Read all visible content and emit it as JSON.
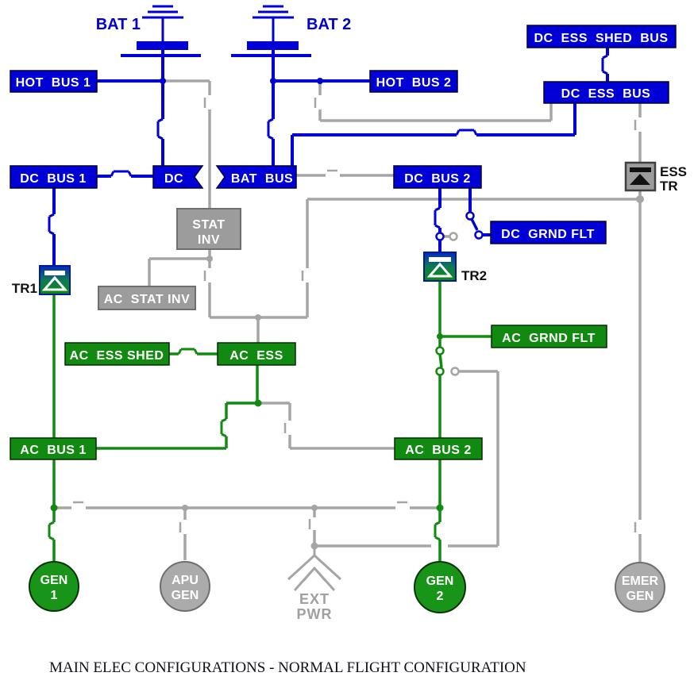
{
  "palette": {
    "dc_blue": "#0000d6",
    "ac_green": "#128a12",
    "inactive_gray": "#a5a5a5",
    "box_gray": "#9c9c9c",
    "text_white": "#ffffff",
    "text_black": "#111111"
  },
  "labels": {
    "bat1": "BAT 1",
    "bat2": "BAT 2",
    "hot_bus_1": "HOT  BUS 1",
    "hot_bus_2": "HOT  BUS 2",
    "dc_ess_shed_bus": "DC  ESS  SHED  BUS",
    "dc_ess_bus": "DC  ESS  BUS",
    "dc_bus_1": "DC  BUS 1",
    "dc_banner": "DC",
    "bat_bus": "BAT  BUS",
    "dc_bus_2": "DC  BUS 2",
    "ess_tr_1": "ESS",
    "ess_tr_2": "TR",
    "stat_inv_1": "STAT",
    "stat_inv_2": "INV",
    "ac_stat_inv": "AC  STAT INV",
    "dc_grnd_flt": "DC  GRND FLT",
    "ac_grnd_flt": "AC  GRND FLT",
    "tr1": "TR1",
    "tr2": "TR2",
    "ac_ess_shed": "AC  ESS SHED",
    "ac_ess": "AC  ESS",
    "ac_bus_1": "AC  BUS 1",
    "ac_bus_2": "AC  BUS 2",
    "gen1_1": "GEN",
    "gen1_2": "1",
    "apu_1": "APU",
    "apu_2": "GEN",
    "ext_1": "EXT",
    "ext_2": "PWR",
    "gen2_1": "GEN",
    "gen2_2": "2",
    "emer_1": "EMER",
    "emer_2": "GEN",
    "caption": "MAIN ELEC CONFIGURATIONS - NORMAL FLIGHT CONFIGURATION"
  }
}
